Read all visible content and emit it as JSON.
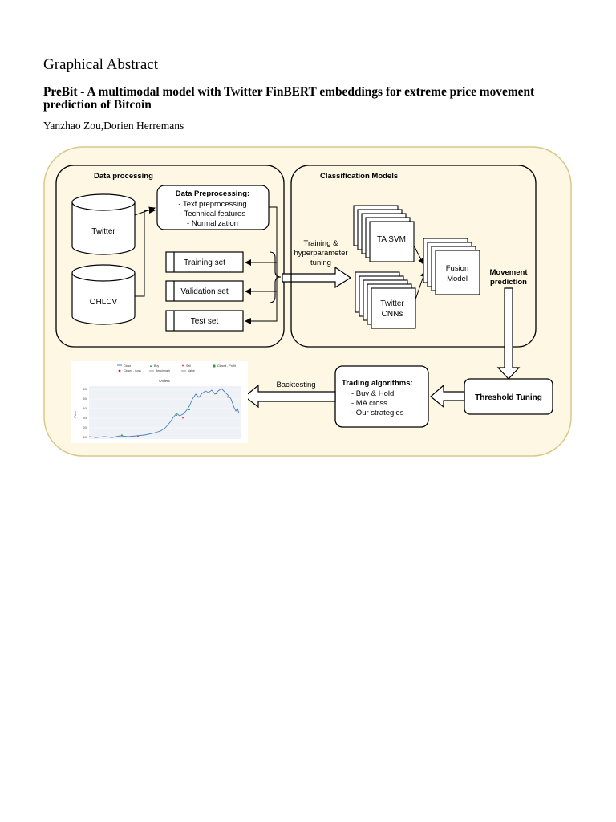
{
  "section_heading": "Graphical Abstract",
  "paper": {
    "title": "PreBit - A multimodal model with Twitter FinBERT embeddings for extreme price movement prediction of Bitcoin",
    "authors": "Yanzhao Zou,Dorien Herremans"
  },
  "diagram": {
    "data_processing": {
      "title": "Data processing",
      "sources": [
        "Twitter",
        "OHLCV"
      ],
      "preprocessing": {
        "title": "Data Preprocessing:",
        "steps": [
          "- Text preprocessing",
          "- Technical features",
          "- Normalization"
        ]
      },
      "splits": [
        "Training set",
        "Validation set",
        "Test set"
      ]
    },
    "training_label": [
      "Training &",
      "hyperparameter",
      "tuning"
    ],
    "classification": {
      "title": "Classification Models",
      "models": [
        [
          "TA SVM"
        ],
        [
          "Twitter",
          "CNNs"
        ]
      ],
      "fusion": [
        "Fusion",
        "Model"
      ]
    },
    "movement_label": [
      "Movement",
      "prediction"
    ],
    "threshold": "Threshold Tuning",
    "trading": {
      "title": "Trading algorithms:",
      "items": [
        "- Buy & Hold",
        "- MA cross",
        "- Our strategies"
      ]
    },
    "backtesting": "Backtesting",
    "orders_chart": {
      "title": "Orders",
      "ylabel": "Price",
      "yticks": [
        "60k",
        "50k",
        "40k",
        "30k",
        "20k",
        "10k"
      ],
      "legend": [
        "Close",
        "Buy",
        "Sell",
        "Closed - Profit",
        "Closed - Loss",
        "Benchmark",
        "Value"
      ],
      "colors": {
        "line": "#4a7fc1",
        "buy": "#2ca02c",
        "sell": "#d62728"
      }
    }
  }
}
